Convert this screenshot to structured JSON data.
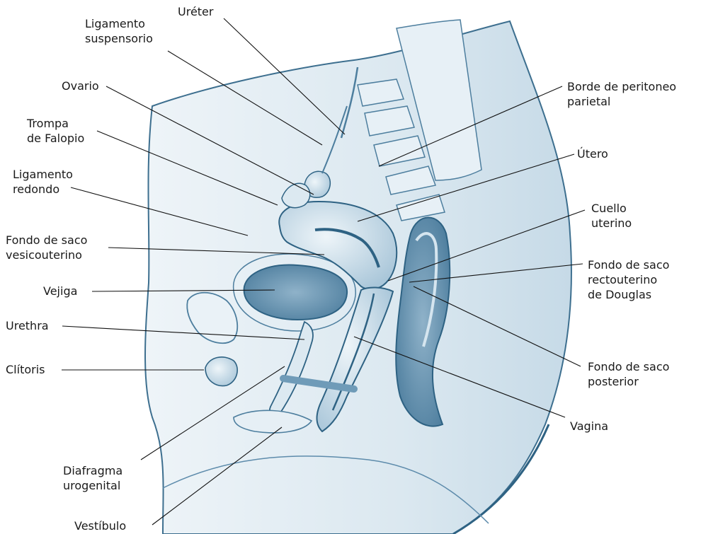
{
  "labels": {
    "ureter": "Uréter",
    "ligamento_suspensorio": [
      "Ligamento",
      "suspensorio"
    ],
    "ovario": "Ovario",
    "trompa": [
      "Trompa",
      "de Falopio"
    ],
    "ligamento_redondo": [
      "Ligamento",
      "redondo"
    ],
    "fondo_vesicouterino": [
      "Fondo de saco",
      "vesicouterino"
    ],
    "vejiga": "Vejiga",
    "urethra": "Urethra",
    "clitoris": "Clítoris",
    "diafragma": [
      "Diafragma",
      "urogenital"
    ],
    "vestibulo": "Vestíbulo",
    "borde_peritoneo": [
      "Borde de peritoneo",
      "parietal"
    ],
    "utero": "Útero",
    "cuello": [
      "Cuello",
      "uterino"
    ],
    "fondo_rectouterino": [
      "Fondo de saco",
      "rectouterino",
      "de Douglas"
    ],
    "fondo_posterior": [
      "Fondo de saco",
      "posterior"
    ],
    "vagina": "Vagina"
  },
  "colors": {
    "outline": "#2e6283",
    "fill_light": "#dde9f1",
    "fill_mid": "#aecbdd",
    "fill_dark": "#6f9bb8",
    "leader": "#111111"
  }
}
